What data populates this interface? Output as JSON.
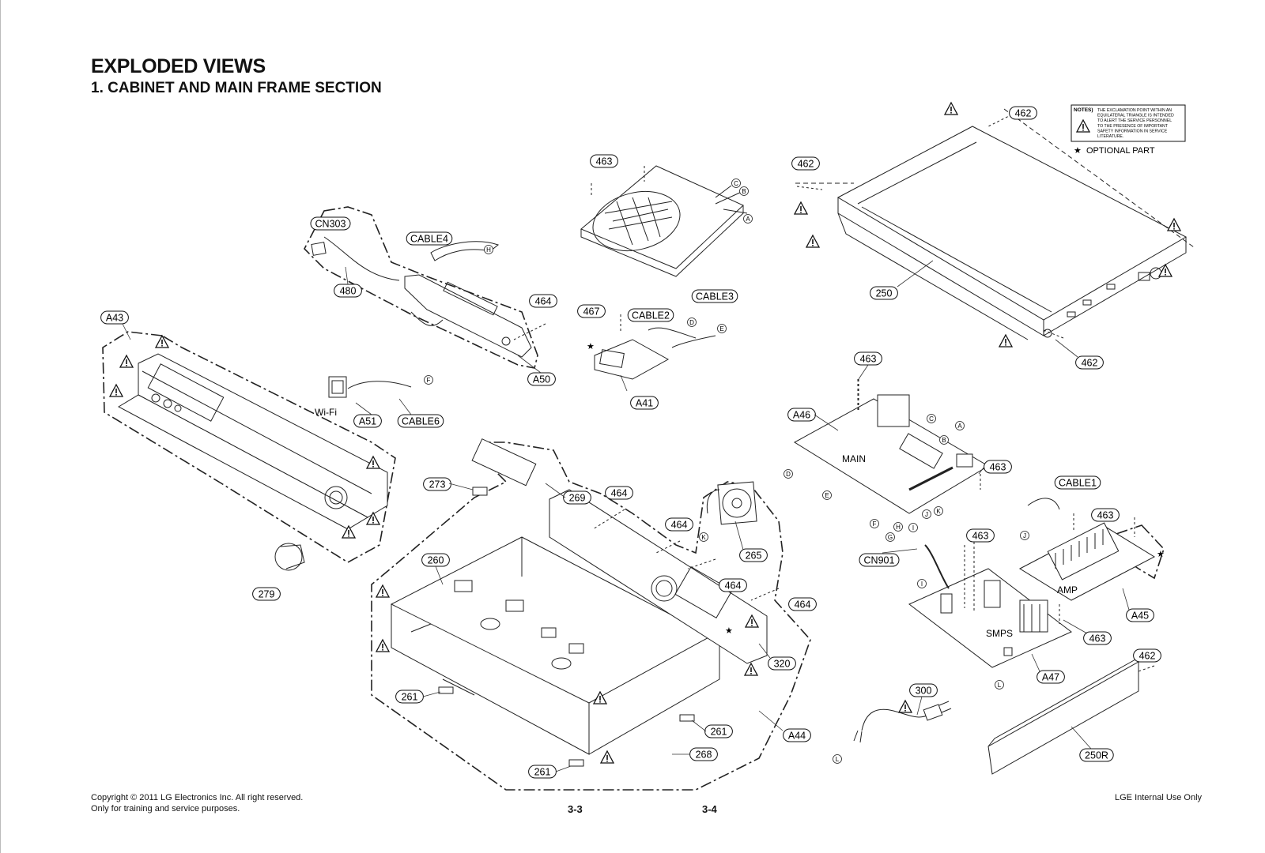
{
  "header": {
    "title": "EXPLODED VIEWS",
    "section": "1. CABINET AND MAIN FRAME SECTION"
  },
  "notes": {
    "label": "NOTES)",
    "text": [
      "THE EXCLAMATION POINT WITHIN AN",
      "EQUILATERAL TRIANGLE IS INTENDED",
      "TO ALERT THE SERVICE PERSONNEL",
      "TO THE PRESENCE OF IMPORTANT",
      "SAFETY INFORMATION IN SERVICE",
      "LITERATURE."
    ],
    "optional": "OPTIONAL PART"
  },
  "part_labels": {
    "cn303": "CN303",
    "cable4": "CABLE4",
    "p480": "480",
    "p464a": "464",
    "a50": "A50",
    "a43": "A43",
    "a51": "A51",
    "cable6": "CABLE6",
    "p463a": "463",
    "p467": "467",
    "cable2": "CABLE2",
    "cable3": "CABLE3",
    "a41": "A41",
    "p462a": "462",
    "p462b": "462",
    "p250": "250",
    "p462c": "462",
    "p463b": "463",
    "a46": "A46",
    "p463c": "463",
    "cable1": "CABLE1",
    "p463d": "463",
    "p463e": "463",
    "cn901": "CN901",
    "a45": "A45",
    "p463f": "463",
    "a47": "A47",
    "p462d": "462",
    "p300": "300",
    "p250r": "250R",
    "p273": "273",
    "p269": "269",
    "p464b": "464",
    "p464c": "464",
    "p265": "265",
    "p464d": "464",
    "p464e": "464",
    "p260": "260",
    "p279": "279",
    "p320": "320",
    "p261a": "261",
    "p261b": "261",
    "p268": "268",
    "p261c": "261",
    "a44": "A44"
  },
  "text_labels": {
    "wifi": "Wi-Fi",
    "main": "MAIN",
    "smps": "SMPS",
    "amp": "AMP"
  },
  "connectors": {
    "A": "A",
    "B": "B",
    "C": "C",
    "D": "D",
    "E": "E",
    "F": "F",
    "G": "G",
    "H": "H",
    "I": "I",
    "J": "J",
    "K": "K",
    "L": "L"
  },
  "footer": {
    "copyright": "Copyright © 2011 LG Electronics Inc. All right reserved.",
    "training": "Only for training and service purposes.",
    "page_left": "3-3",
    "page_right": "3-4",
    "internal": "LGE Internal Use Only"
  }
}
